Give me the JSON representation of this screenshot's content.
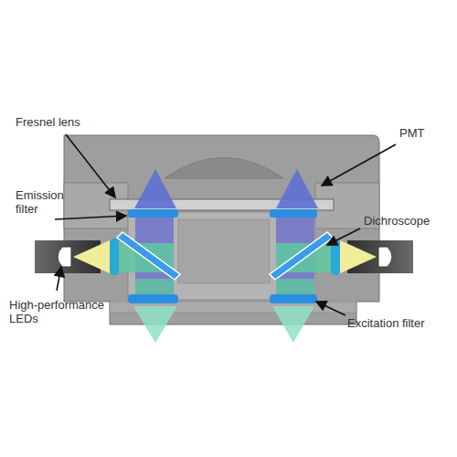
{
  "diagram": {
    "labels": [
      "Fresnel lens",
      "PMT",
      "Emission filter",
      "Dichroscope",
      "High-performance LEDs",
      "Excitation filter"
    ]
  }
}
